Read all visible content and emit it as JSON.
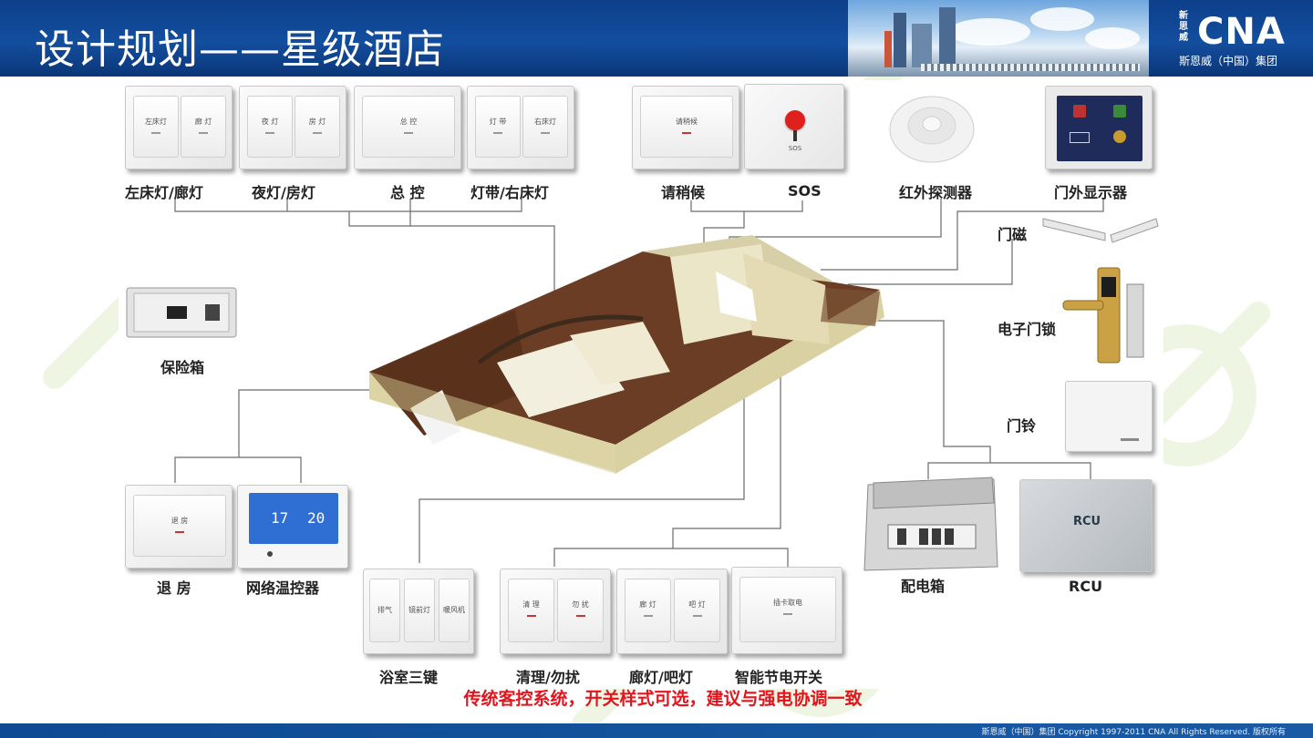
{
  "header": {
    "title": "设计规划——星级酒店",
    "logo_vertical": "新思威",
    "logo_main": "CNA",
    "logo_sub": "斯恩威（中国）集团"
  },
  "devices": {
    "left_bed_corridor": "左床灯/廊灯",
    "night_room": "夜灯/房灯",
    "master": "总 控",
    "strip_right_bed": "灯带/右床灯",
    "please_wait": "请稍候",
    "sos": "SOS",
    "ir_detector": "红外探测器",
    "door_display": "门外显示器",
    "door_magnet": "门磁",
    "safe": "保险箱",
    "e_lock": "电子门锁",
    "doorbell": "门铃",
    "checkout": "退   房",
    "thermostat": "网络温控器",
    "bath_three": "浴室三键",
    "clean_dnd": "清理/勿扰",
    "corridor_bar": "廊灯/吧灯",
    "power_switch": "智能节电开关",
    "distribution_box": "配电箱",
    "rcu": "RCU",
    "rcu_panel_text": "RCU"
  },
  "keys": {
    "k1": "左床灯",
    "k2": "廊 灯",
    "k3": "夜 灯",
    "k4": "房 灯",
    "k5": "总 控",
    "k6": "灯 带",
    "k7": "右床灯",
    "k8": "请稍候",
    "k9": "SOS",
    "k10": "退 房",
    "k11": "排气",
    "k12": "镜前灯",
    "k13": "暖风机",
    "k14": "清 理",
    "k15": "勿 扰",
    "k16": "廊 灯",
    "k17": "吧 灯",
    "k18": "插卡取电"
  },
  "thermostat": {
    "temp_a": "17",
    "temp_b": "20"
  },
  "caption": "传统客控系统，开关样式可选，建议与强电协调一致",
  "footer": "斯恩威（中国）集团  Copyright 1997-2011 CNA All Rights Reserved. 版权所有",
  "colors": {
    "header_blue": "#134e9e",
    "caption_red": "#e5131b",
    "panel_blue": "#1e5fc0"
  }
}
